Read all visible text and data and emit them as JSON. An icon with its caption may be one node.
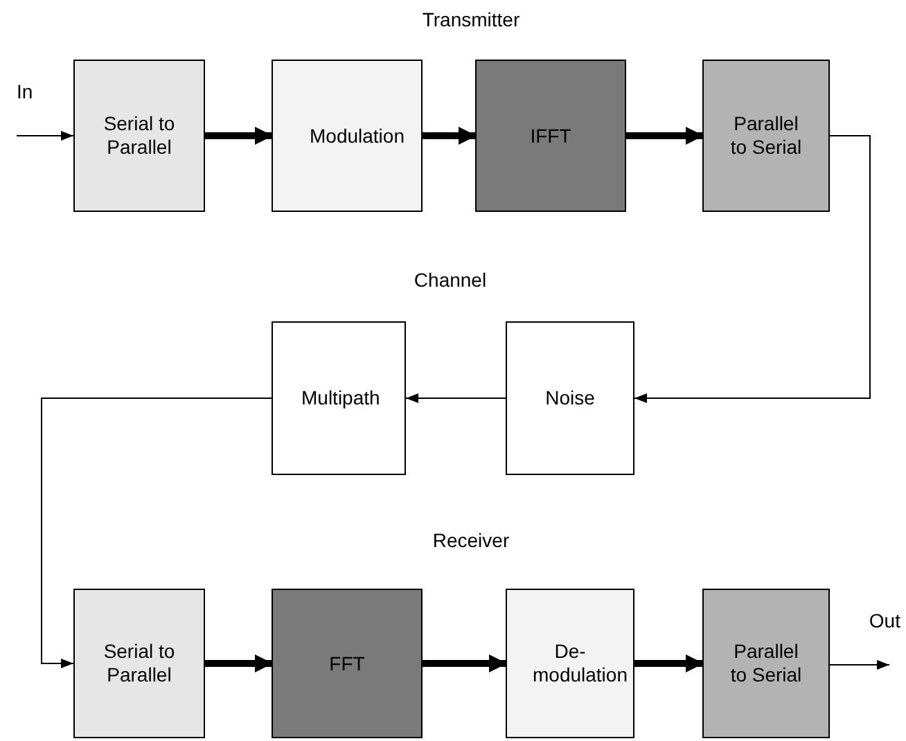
{
  "diagram": {
    "nodes": [
      {
        "text": [
          "In"
        ]
      },
      {
        "text": [
          "Serial to Parallel"
        ]
      },
      {
        "text": [
          "Modulation"
        ]
      },
      {
        "text": [
          "IFFT"
        ]
      },
      {
        "text": [
          "Parallel to Serial"
        ]
      },
      {
        "text": [
          "Noise"
        ]
      },
      {
        "text": [
          "Multipath"
        ]
      },
      {
        "text": [
          "Serial to Parallel"
        ]
      },
      {
        "text": [
          "FFT"
        ]
      },
      {
        "text": [
          "De-modulation"
        ]
      },
      {
        "text": [
          "Parallel to Serial"
        ]
      },
      {
        "text": [
          "Out"
        ]
      }
    ],
    "edges": [
      {
        "from": 0,
        "to": 1,
        "arrow": "to"
      },
      {
        "from": 1,
        "to": 2,
        "arrow": "to"
      },
      {
        "from": 2,
        "to": 3,
        "arrow": "to"
      },
      {
        "from": 3,
        "to": 4,
        "arrow": "to"
      },
      {
        "from": 4,
        "to": 5,
        "arrow": "to"
      },
      {
        "from": 5,
        "to": 6,
        "arrow": "to"
      },
      {
        "from": 6,
        "to": 7,
        "arrow": "to"
      },
      {
        "from": 7,
        "to": 8,
        "arrow": "to"
      },
      {
        "from": 8,
        "to": 9,
        "arrow": "to"
      },
      {
        "from": 9,
        "to": 10,
        "arrow": "to"
      },
      {
        "from": 10,
        "to": 11,
        "arrow": "to"
      }
    ],
    "labels": [
      "Transmitter",
      "Channel",
      "Receiver"
    ]
  }
}
